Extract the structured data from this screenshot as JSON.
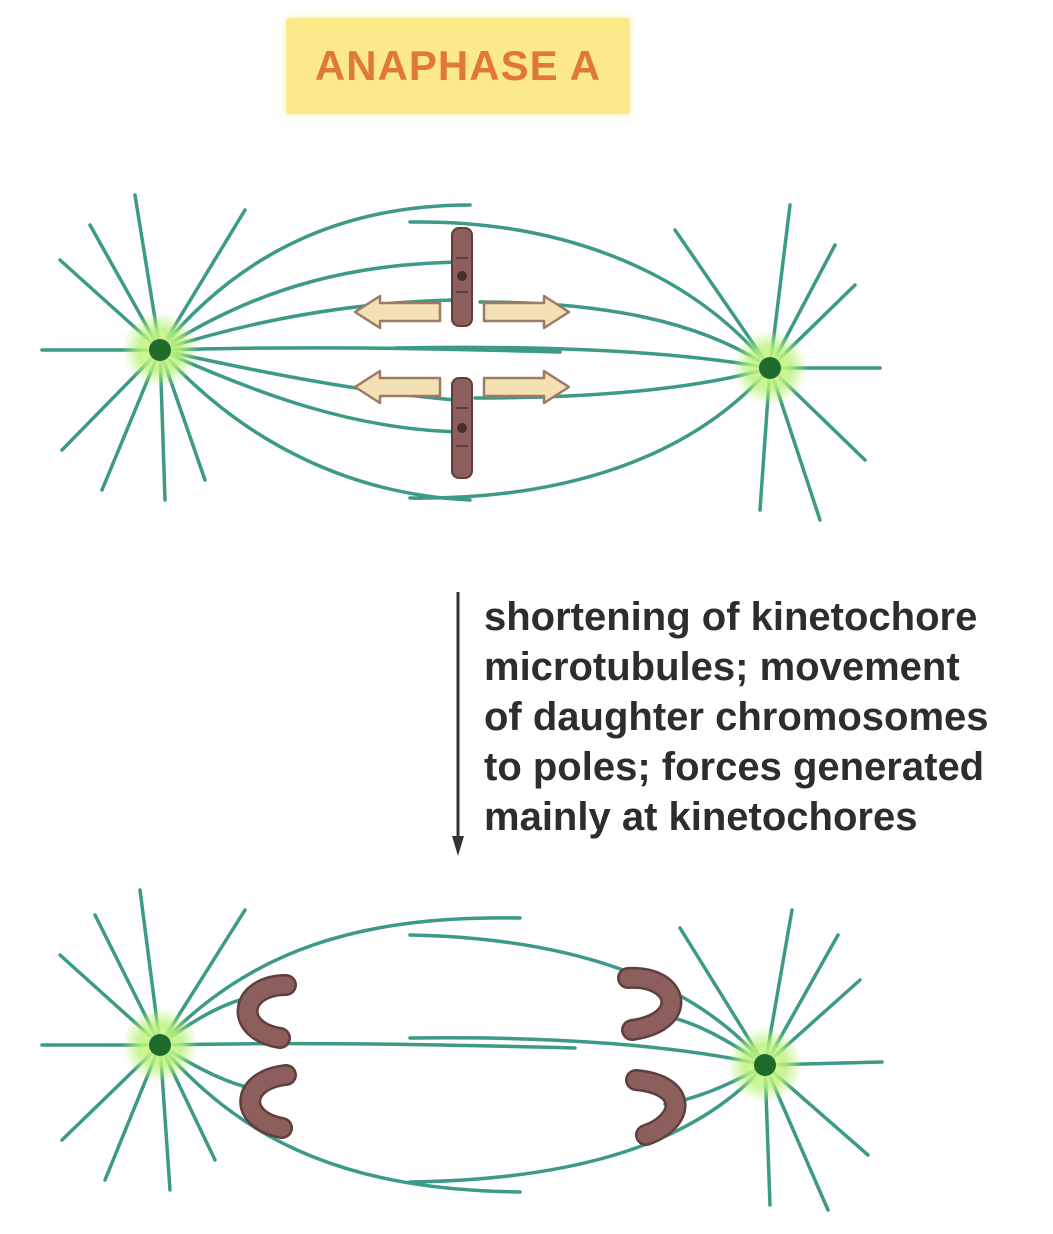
{
  "title": "ANAPHASE A",
  "caption_lines": [
    "shortening of kinetochore",
    "microtubules; movement",
    "of daughter chromosomes",
    "to poles; forces generated",
    "mainly at kinetochores"
  ],
  "colors": {
    "title_bg": "#fce98a",
    "title_text": "#e0783a",
    "microtubule": "#3c9a86",
    "pole_glow": "#b9f27a",
    "pole_core": "#1f6b2c",
    "chromosome": "#8c5f5c",
    "arrow_fill": "#f3e0b3",
    "arrow_stroke": "#9c7a66"
  }
}
